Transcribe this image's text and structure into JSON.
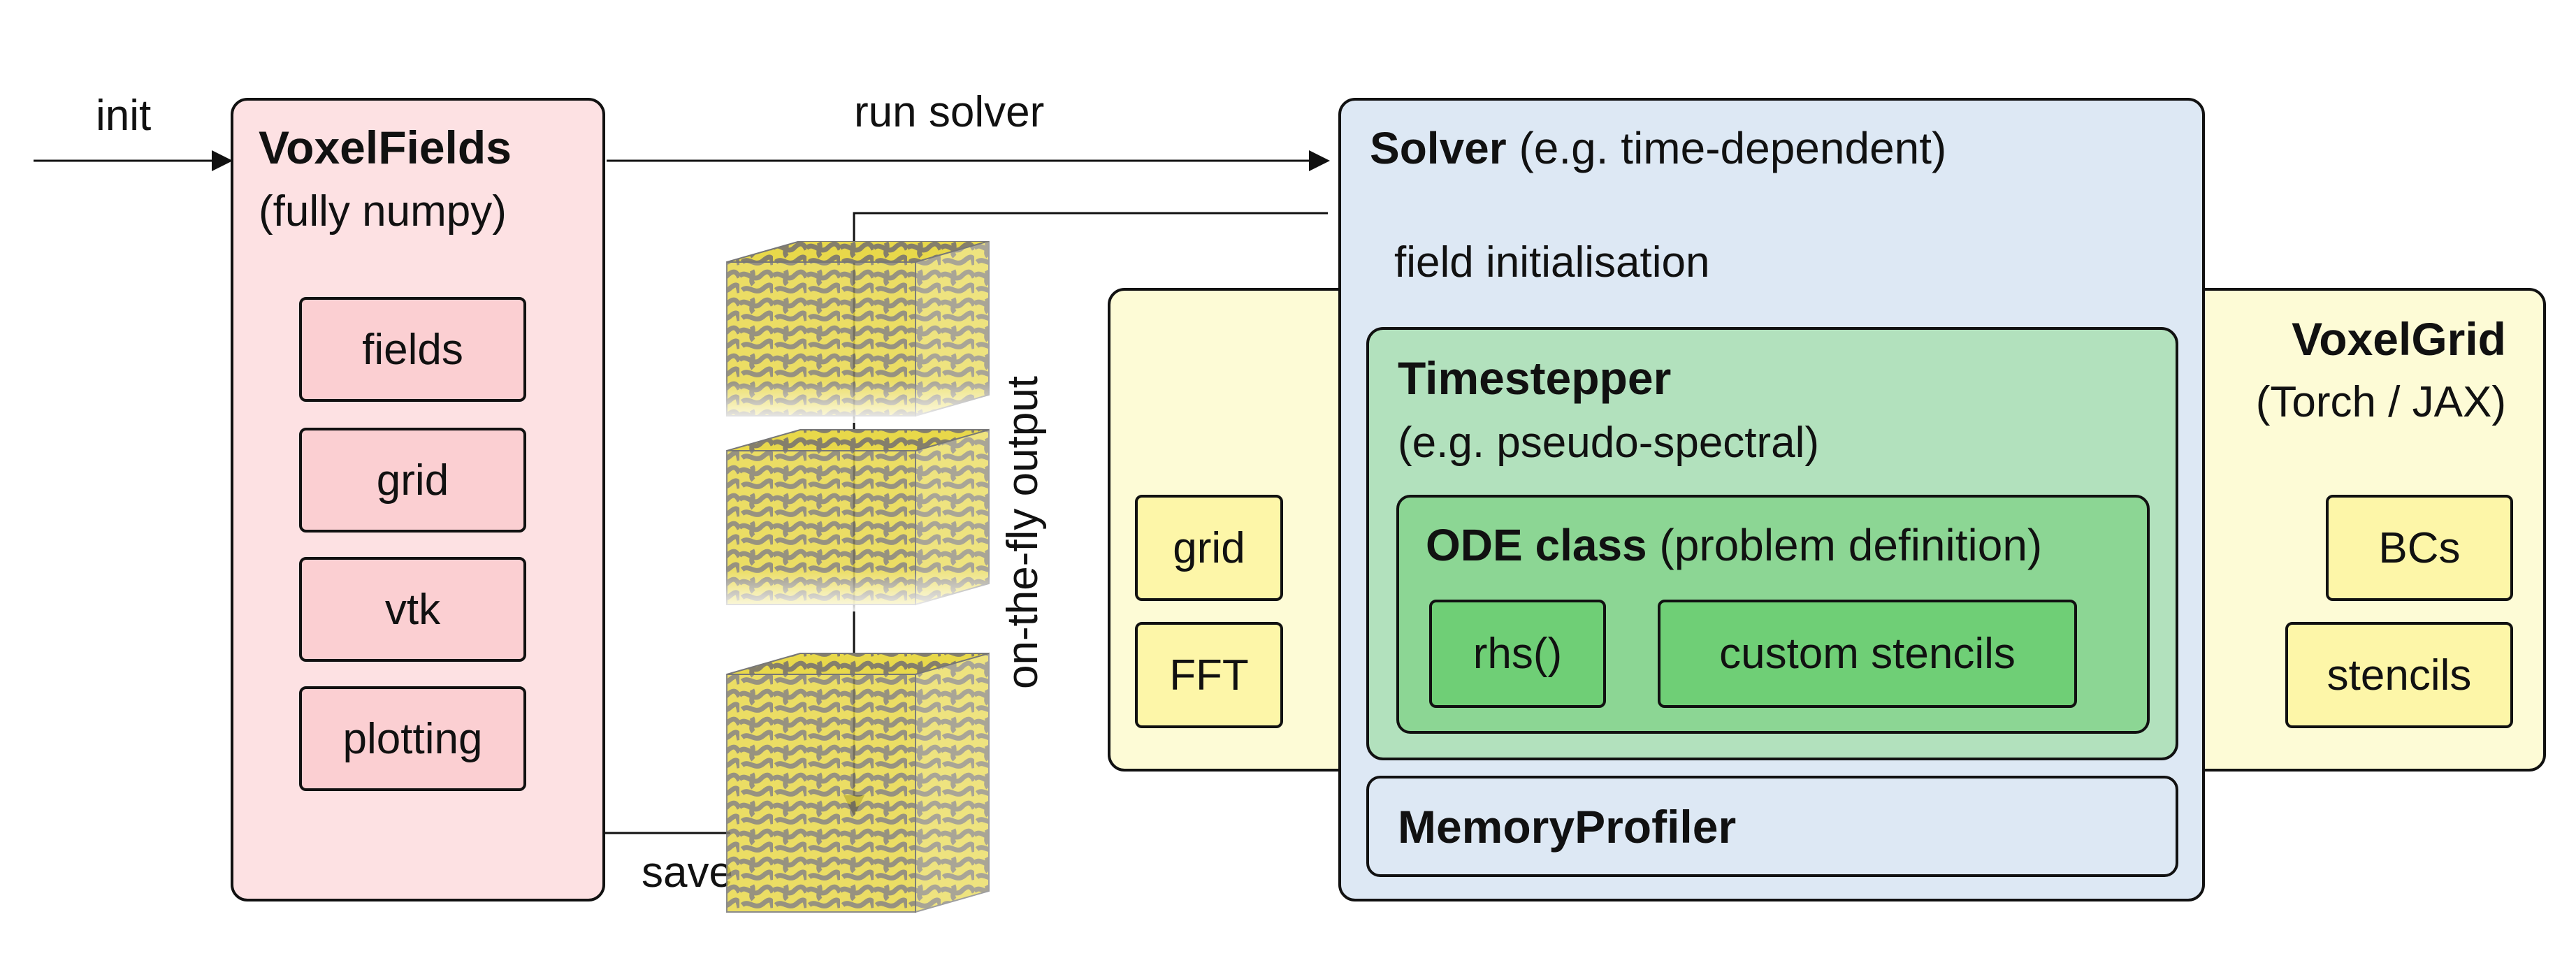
{
  "inputs": {
    "init_label": "init",
    "run_solver_label": "run solver",
    "save_label": "save",
    "output_label": "on-the-fly output"
  },
  "voxelfields": {
    "title": "VoxelFields",
    "subtitle": "(fully numpy)",
    "items": [
      "fields",
      "grid",
      "vtk",
      "plotting"
    ],
    "fill": "#fde1e3",
    "item_fill": "#fbcfd2"
  },
  "voxelgrid": {
    "title": "VoxelGrid",
    "subtitle": "(Torch / JAX)",
    "left_items": [
      "grid",
      "FFT"
    ],
    "right_items": [
      "BCs",
      "stencils"
    ],
    "fill": "#fdfbd6",
    "item_fill": "#fdf6a8"
  },
  "solver": {
    "title": "Solver",
    "subtitle": "(e.g. time-dependent)",
    "field_init": "field initialisation",
    "fill": "#dde8f4",
    "timestepper": {
      "title": "Timestepper",
      "subtitle": "(e.g. pseudo-spectral)",
      "fill": "#b2e1bd"
    },
    "ode": {
      "title": "ODE class",
      "subtitle": "(problem definition)",
      "fill": "#8cd694",
      "items": [
        "rhs()",
        "custom stencils"
      ],
      "item_fill": "#6fcf76"
    },
    "memory_profiler": "MemoryProfiler"
  },
  "image": {
    "description_icon": "voxel-cube-icon",
    "colors": {
      "light": "#e8d84a",
      "dark": "#857f6b"
    }
  }
}
